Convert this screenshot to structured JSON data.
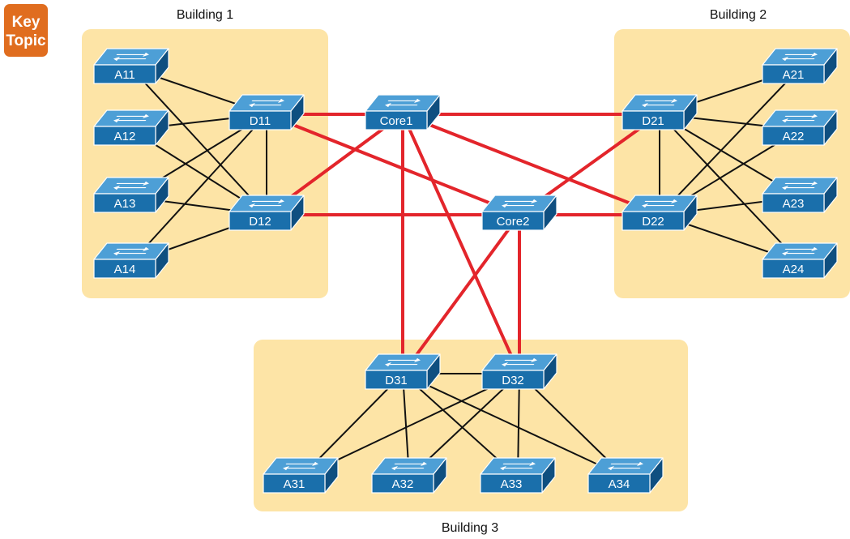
{
  "key_topic": {
    "line1": "Key",
    "line2": "Topic",
    "color": "#e06d1f"
  },
  "colors": {
    "building_bg": "#fde4a6",
    "switch_face": "#1a6fab",
    "switch_top": "#4d9fd6",
    "switch_side": "#0f4f80",
    "core_link": "#e3252b",
    "access_link": "#111111"
  },
  "buildings": [
    {
      "id": "b1",
      "label": "Building 1"
    },
    {
      "id": "b2",
      "label": "Building 2"
    },
    {
      "id": "b3",
      "label": "Building 3"
    }
  ],
  "switches": [
    {
      "id": "A11",
      "label": "A11",
      "role": "access",
      "building": "Building 1"
    },
    {
      "id": "A12",
      "label": "A12",
      "role": "access",
      "building": "Building 1"
    },
    {
      "id": "A13",
      "label": "A13",
      "role": "access",
      "building": "Building 1"
    },
    {
      "id": "A14",
      "label": "A14",
      "role": "access",
      "building": "Building 1"
    },
    {
      "id": "D11",
      "label": "D11",
      "role": "distribution",
      "building": "Building 1"
    },
    {
      "id": "D12",
      "label": "D12",
      "role": "distribution",
      "building": "Building 1"
    },
    {
      "id": "Core1",
      "label": "Core1",
      "role": "core",
      "building": ""
    },
    {
      "id": "Core2",
      "label": "Core2",
      "role": "core",
      "building": ""
    },
    {
      "id": "D21",
      "label": "D21",
      "role": "distribution",
      "building": "Building 2"
    },
    {
      "id": "D22",
      "label": "D22",
      "role": "distribution",
      "building": "Building 2"
    },
    {
      "id": "A21",
      "label": "A21",
      "role": "access",
      "building": "Building 2"
    },
    {
      "id": "A22",
      "label": "A22",
      "role": "access",
      "building": "Building 2"
    },
    {
      "id": "A23",
      "label": "A23",
      "role": "access",
      "building": "Building 2"
    },
    {
      "id": "A24",
      "label": "A24",
      "role": "access",
      "building": "Building 2"
    },
    {
      "id": "D31",
      "label": "D31",
      "role": "distribution",
      "building": "Building 3"
    },
    {
      "id": "D32",
      "label": "D32",
      "role": "distribution",
      "building": "Building 3"
    },
    {
      "id": "A31",
      "label": "A31",
      "role": "access",
      "building": "Building 3"
    },
    {
      "id": "A32",
      "label": "A32",
      "role": "access",
      "building": "Building 3"
    },
    {
      "id": "A33",
      "label": "A33",
      "role": "access",
      "building": "Building 3"
    },
    {
      "id": "A34",
      "label": "A34",
      "role": "access",
      "building": "Building 3"
    }
  ],
  "links": [
    {
      "from": "D11",
      "to": "Core1",
      "type": "core"
    },
    {
      "from": "D11",
      "to": "Core2",
      "type": "core"
    },
    {
      "from": "D12",
      "to": "Core1",
      "type": "core"
    },
    {
      "from": "D12",
      "to": "Core2",
      "type": "core"
    },
    {
      "from": "Core1",
      "to": "D21",
      "type": "core"
    },
    {
      "from": "Core1",
      "to": "D22",
      "type": "core"
    },
    {
      "from": "Core2",
      "to": "D21",
      "type": "core"
    },
    {
      "from": "Core2",
      "to": "D22",
      "type": "core"
    },
    {
      "from": "Core1",
      "to": "D31",
      "type": "core"
    },
    {
      "from": "Core1",
      "to": "D32",
      "type": "core"
    },
    {
      "from": "Core2",
      "to": "D31",
      "type": "core"
    },
    {
      "from": "Core2",
      "to": "D32",
      "type": "core"
    },
    {
      "from": "A11",
      "to": "D11",
      "type": "access"
    },
    {
      "from": "A11",
      "to": "D12",
      "type": "access"
    },
    {
      "from": "A12",
      "to": "D11",
      "type": "access"
    },
    {
      "from": "A12",
      "to": "D12",
      "type": "access"
    },
    {
      "from": "A13",
      "to": "D11",
      "type": "access"
    },
    {
      "from": "A13",
      "to": "D12",
      "type": "access"
    },
    {
      "from": "A14",
      "to": "D11",
      "type": "access"
    },
    {
      "from": "A14",
      "to": "D12",
      "type": "access"
    },
    {
      "from": "D11",
      "to": "D12",
      "type": "access"
    },
    {
      "from": "D21",
      "to": "A21",
      "type": "access"
    },
    {
      "from": "D21",
      "to": "A22",
      "type": "access"
    },
    {
      "from": "D21",
      "to": "A23",
      "type": "access"
    },
    {
      "from": "D21",
      "to": "A24",
      "type": "access"
    },
    {
      "from": "D22",
      "to": "A21",
      "type": "access"
    },
    {
      "from": "D22",
      "to": "A22",
      "type": "access"
    },
    {
      "from": "D22",
      "to": "A23",
      "type": "access"
    },
    {
      "from": "D22",
      "to": "A24",
      "type": "access"
    },
    {
      "from": "D21",
      "to": "D22",
      "type": "access"
    },
    {
      "from": "D31",
      "to": "D32",
      "type": "access"
    },
    {
      "from": "D31",
      "to": "A31",
      "type": "access"
    },
    {
      "from": "D31",
      "to": "A32",
      "type": "access"
    },
    {
      "from": "D31",
      "to": "A33",
      "type": "access"
    },
    {
      "from": "D31",
      "to": "A34",
      "type": "access"
    },
    {
      "from": "D32",
      "to": "A31",
      "type": "access"
    },
    {
      "from": "D32",
      "to": "A32",
      "type": "access"
    },
    {
      "from": "D32",
      "to": "A33",
      "type": "access"
    },
    {
      "from": "D32",
      "to": "A34",
      "type": "access"
    }
  ]
}
